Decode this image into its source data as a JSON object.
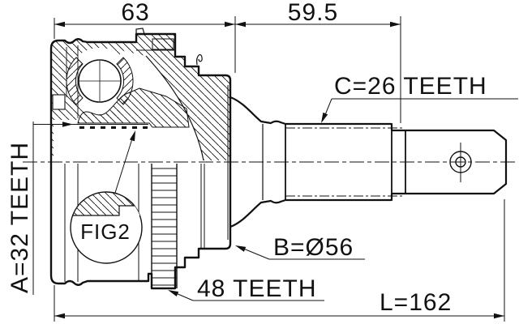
{
  "dimensions": {
    "joint_width": "63",
    "shaft_length": "59.5",
    "total_length": "L=162"
  },
  "labels": {
    "inner_spline": "A=32 TEETH",
    "outer_spline": "C=26 TEETH",
    "abs_ring_teeth": "48 TEETH",
    "body_diameter": "B=Ø56",
    "figure_reference": "FIG2"
  },
  "colors": {
    "ink": "#111111",
    "background": "#ffffff"
  }
}
